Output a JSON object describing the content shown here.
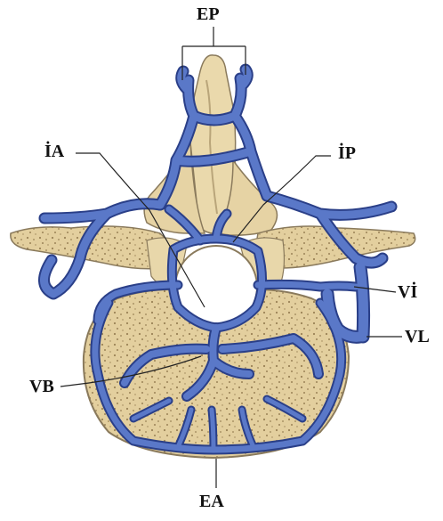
{
  "title": "",
  "labels": {
    "ep": "EP",
    "ia": "İA",
    "ip": "İP",
    "vi": "Vİ",
    "vl": "VL",
    "vb": "VB",
    "ea": "EA"
  },
  "colors": {
    "bone": "#e8d9b0",
    "bone_outline": "#8a7a5c",
    "spongy_dots": "#a08a5e",
    "vein": "#5a78c8",
    "vein_outline": "#2a3f88",
    "leader_line": "#222222"
  }
}
